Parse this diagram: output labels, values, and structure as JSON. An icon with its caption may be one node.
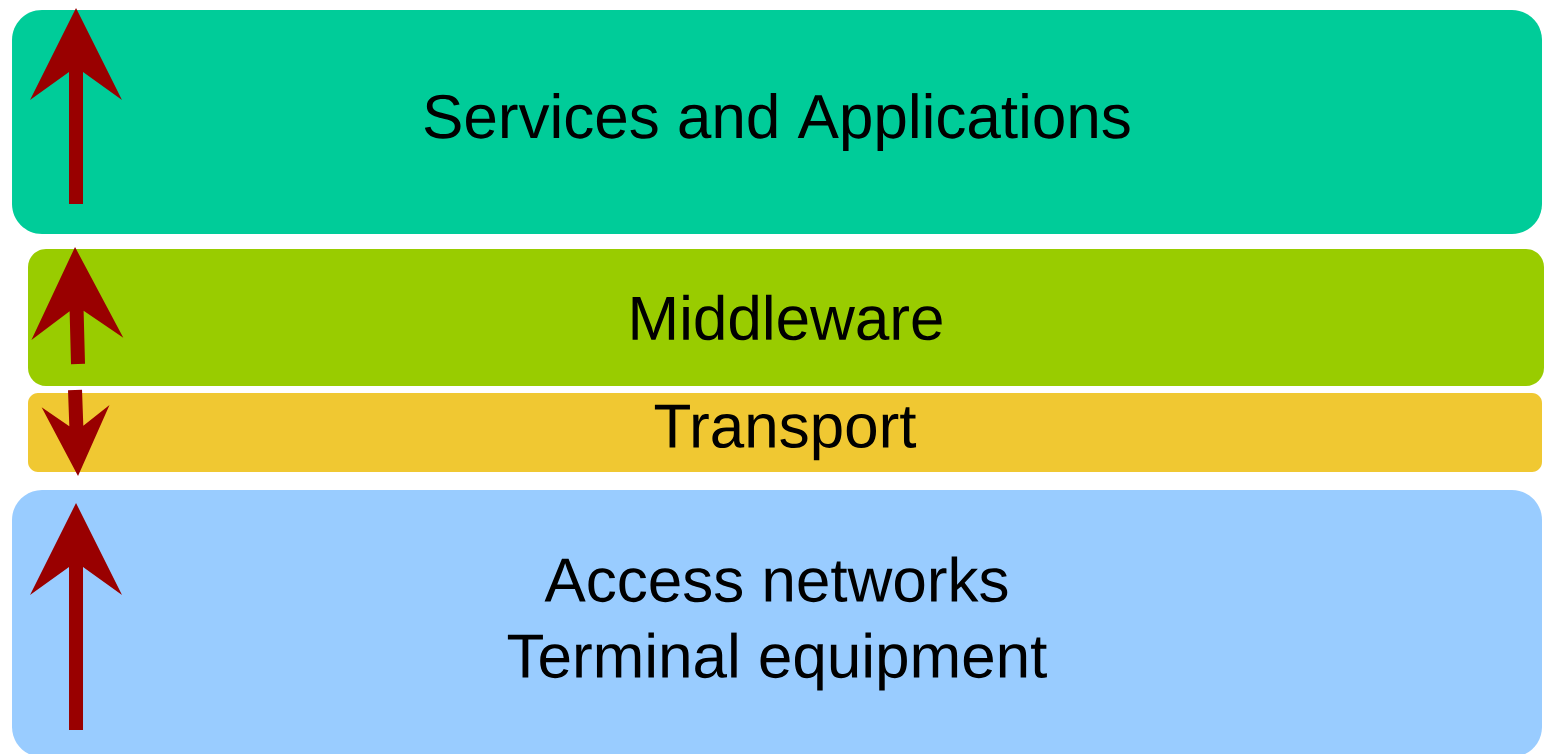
{
  "diagram": {
    "nodes": [
      {
        "text": [
          "Services and Applications"
        ]
      },
      {
        "text": [
          "Middleware"
        ]
      },
      {
        "text": [
          "Transport"
        ]
      },
      {
        "text": [
          "Access networks",
          "Terminal equipment"
        ]
      }
    ]
  }
}
